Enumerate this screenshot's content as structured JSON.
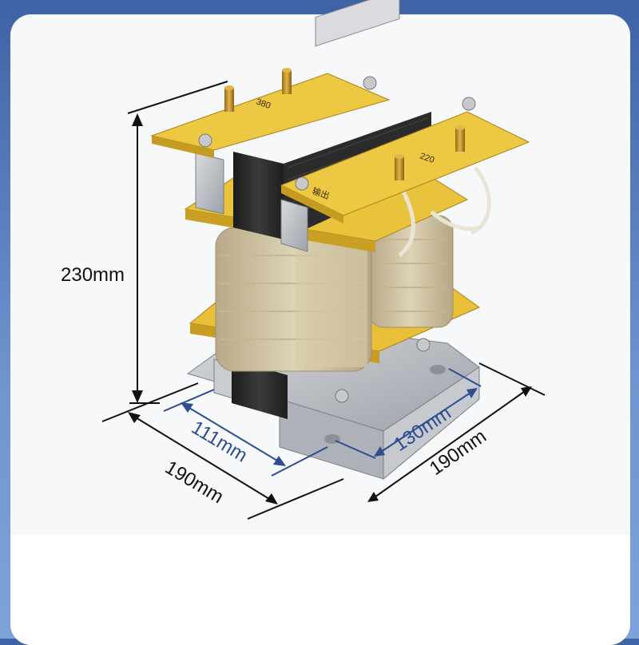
{
  "dimensions": {
    "height_label": "230mm",
    "depth_label": "190mm",
    "width_label": "190mm",
    "mount_depth_label": "111mm",
    "mount_width_label": "130mm"
  },
  "terminals": {
    "input_voltage": "380",
    "output_voltage": "220",
    "output_plate_text": "输出"
  },
  "colors": {
    "background": "#5f84c4",
    "card": "#f7f8fa",
    "plate_yellow": "#e9c13a",
    "coil": "#cdbf9a",
    "core": "#2a2a2a",
    "bracket": "#b9bcc2",
    "dim_blue": "#2d4d90"
  }
}
